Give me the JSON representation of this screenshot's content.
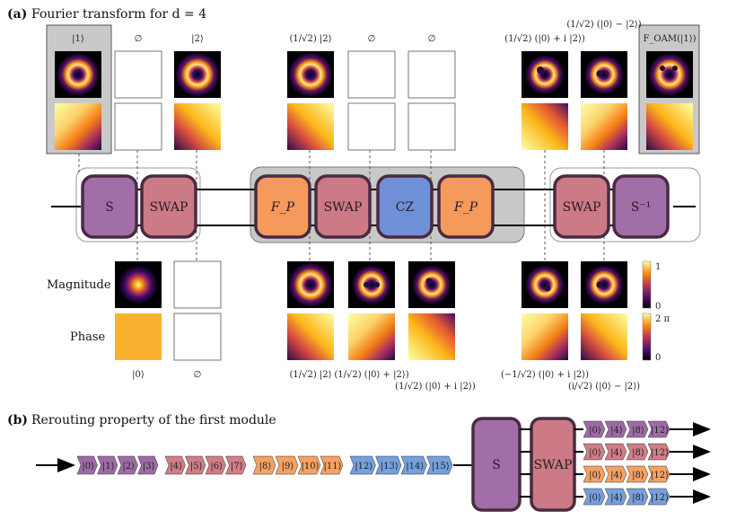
{
  "panel_a": {
    "tag": "(a)",
    "title": "Fourier transform for d = 4",
    "row_labels": {
      "magnitude": "Magnitude",
      "phase": "Phase"
    },
    "top_labels": [
      "|1⟩",
      "∅",
      "|2⟩",
      "(1/√2) |2⟩",
      "∅",
      "∅",
      "(1/√2) (|0⟩ + i |2⟩)",
      "(1/√2) (|0⟩ − |2⟩)",
      "F_OAM(|1⟩)"
    ],
    "bottom_labels": [
      "|0⟩",
      "∅",
      "(1/√2) |2⟩",
      "(1/√2) (|0⟩ + |2⟩)",
      "(1/√2) (|0⟩ + i |2⟩)",
      "(−1/√2) (|0⟩ + i |2⟩)",
      "(i/√2) (|0⟩ − |2⟩)"
    ],
    "gates": [
      {
        "label": "S",
        "color": "#a16ea8"
      },
      {
        "label": "SWAP",
        "color": "#cc7a85"
      },
      {
        "label": "F_P",
        "color": "#f59a5c"
      },
      {
        "label": "SWAP",
        "color": "#cc7a85"
      },
      {
        "label": "CZ",
        "color": "#6f8fd6"
      },
      {
        "label": "F_P",
        "color": "#f59a5c"
      },
      {
        "label": "SWAP",
        "color": "#cc7a85"
      },
      {
        "label": "S⁻¹",
        "color": "#a16ea8"
      }
    ],
    "colorbars": {
      "magnitude": {
        "max": "1",
        "min": "0"
      },
      "phase": {
        "max": "2 π",
        "min": "0"
      }
    }
  },
  "panel_b": {
    "tag": "(b)",
    "title": "Rerouting property of the first module",
    "groups": [
      {
        "kets": [
          "|0⟩",
          "|1⟩",
          "|2⟩",
          "|3⟩"
        ],
        "color": "#9d6ba5"
      },
      {
        "kets": [
          "|4⟩",
          "|5⟩",
          "|6⟩",
          "|7⟩"
        ],
        "color": "#d07e88"
      },
      {
        "kets": [
          "|8⟩",
          "|9⟩",
          "|10⟩",
          "|11⟩"
        ],
        "color": "#f6a163"
      },
      {
        "kets": [
          "|12⟩",
          "|13⟩",
          "|14⟩",
          "|15⟩"
        ],
        "color": "#76a0dc"
      }
    ],
    "gates": [
      {
        "label": "S",
        "color": "#a16ea8"
      },
      {
        "label": "SWAP",
        "color": "#cc7a85"
      }
    ],
    "outputs": [
      {
        "kets": [
          "|0⟩",
          "|4⟩",
          "|8⟩",
          "|12⟩"
        ],
        "color": "#9d6ba5"
      },
      {
        "kets": [
          "|0⟩",
          "|4⟩",
          "|8⟩",
          "|12⟩"
        ],
        "color": "#d07e88"
      },
      {
        "kets": [
          "|0⟩",
          "|4⟩",
          "|8⟩",
          "|12⟩"
        ],
        "color": "#f6a163"
      },
      {
        "kets": [
          "|0⟩",
          "|4⟩",
          "|8⟩",
          "|12⟩"
        ],
        "color": "#76a0dc"
      }
    ]
  }
}
